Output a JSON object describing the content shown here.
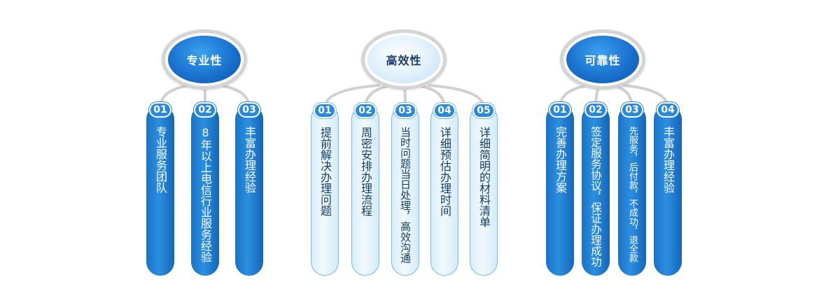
{
  "groups": [
    {
      "title": "专业性",
      "style": "dark",
      "items": [
        {
          "number": "01",
          "text": "专业服务团队"
        },
        {
          "number": "02",
          "text": "8年以上电信行业服务经验"
        },
        {
          "number": "03",
          "text": "丰富办理经验"
        }
      ]
    },
    {
      "title": "高效性",
      "style": "light",
      "dot": "•",
      "items": [
        {
          "number": "01",
          "text": "提前解决办理问题"
        },
        {
          "number": "02",
          "text": "周密安排办理流程"
        },
        {
          "number": "03",
          "text": "当时问题当日处理，高效沟通"
        },
        {
          "number": "04",
          "text": "详细预估办理时间"
        },
        {
          "number": "05",
          "text": "详细简明的材料清单"
        }
      ]
    },
    {
      "title": "可靠性",
      "style": "dark",
      "items": [
        {
          "number": "01",
          "text": "完善办理方案"
        },
        {
          "number": "02",
          "text": "签定服务协议，保证办理成功"
        },
        {
          "number": "03",
          "text": "先服务，后付款，不成功，退全款"
        },
        {
          "number": "04",
          "text": "丰富办理经验"
        }
      ]
    }
  ],
  "colors": {
    "dark_pillar": "#1e7fd2",
    "light_pillar": "#e6f4fc",
    "light_border": "#7ab9e3",
    "hub_ring": "#d4d4d4",
    "dark_text": "#123d66"
  }
}
